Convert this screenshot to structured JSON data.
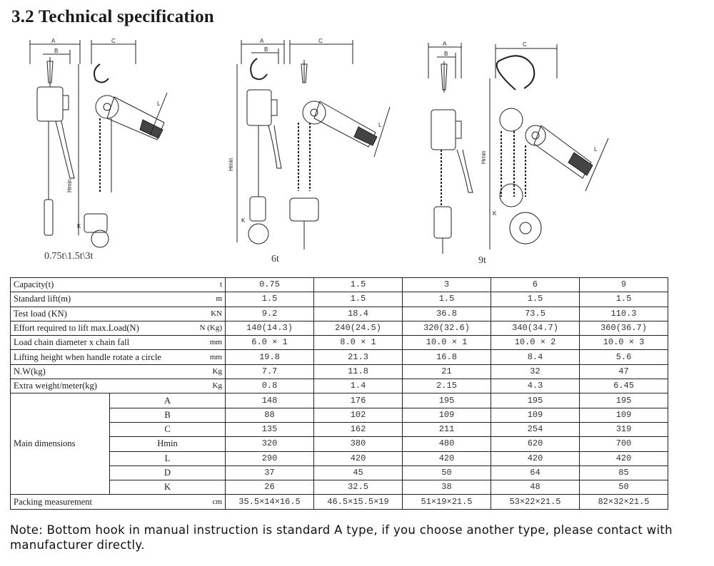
{
  "title": "3.2 Technical specification",
  "figures": [
    {
      "caption": "0.75t\\1.5t\\3t",
      "labels": {
        "a": "A",
        "b": "B",
        "c": "C",
        "l": "L",
        "hmin": "Hmin",
        "k": "K"
      }
    },
    {
      "caption": "6t",
      "labels": {
        "a": "A",
        "b": "B",
        "c": "C",
        "l": "L",
        "hmin": "Hmin",
        "k": "K"
      }
    },
    {
      "caption": "9t",
      "labels": {
        "a": "A",
        "b": "B",
        "c": "C",
        "l": "L",
        "hmin": "Hmin",
        "k": "K"
      }
    }
  ],
  "table": {
    "rows": [
      {
        "label": "Capacity(t)",
        "unit": "t",
        "values": [
          "0.75",
          "1.5",
          "3",
          "6",
          "9"
        ]
      },
      {
        "label": "Standard lift(m)",
        "unit": "m",
        "values": [
          "1.5",
          "1.5",
          "1.5",
          "1.5",
          "1.5"
        ]
      },
      {
        "label": "Test load (KN)",
        "unit": "KN",
        "values": [
          "9.2",
          "18.4",
          "36.8",
          "73.5",
          "110.3"
        ]
      },
      {
        "label": "Effort required to lift max.Load(N)",
        "unit": "N (Kg)",
        "values": [
          "140(14.3)",
          "240(24.5)",
          "320(32.6)",
          "340(34.7)",
          "360(36.7)"
        ]
      },
      {
        "label": "Load chain diameter x chain fall",
        "unit": "mm",
        "values": [
          "6.0 × 1",
          "8.0 × 1",
          "10.0 × 1",
          "10.0 × 2",
          "10.0 × 3"
        ]
      },
      {
        "label": "Lifting height when handle rotate a circle",
        "unit": "mm",
        "values": [
          "19.8",
          "21.3",
          "16.8",
          "8.4",
          "5.6"
        ]
      },
      {
        "label": "N.W(kg)",
        "unit": "Kg",
        "values": [
          "7.7",
          "11.8",
          "21",
          "32",
          "47"
        ]
      },
      {
        "label": "Extra weight/meter(kg)",
        "unit": "Kg",
        "values": [
          "0.8",
          "1.4",
          "2.15",
          "4.3",
          "6.45"
        ]
      }
    ],
    "main_dimensions": {
      "label": "Main dimensions",
      "rows": [
        {
          "name": "A",
          "values": [
            "148",
            "176",
            "195",
            "195",
            "195"
          ]
        },
        {
          "name": "B",
          "values": [
            "88",
            "102",
            "109",
            "109",
            "109"
          ]
        },
        {
          "name": "C",
          "values": [
            "135",
            "162",
            "211",
            "254",
            "319"
          ]
        },
        {
          "name": "Hmin",
          "values": [
            "320",
            "380",
            "480",
            "620",
            "700"
          ]
        },
        {
          "name": "L",
          "values": [
            "290",
            "420",
            "420",
            "420",
            "420"
          ]
        },
        {
          "name": "D",
          "values": [
            "37",
            "45",
            "50",
            "64",
            "85"
          ]
        },
        {
          "name": "K",
          "values": [
            "26",
            "32.5",
            "38",
            "48",
            "50"
          ]
        }
      ]
    },
    "packing": {
      "label": "Packing measurement",
      "unit": "cm",
      "values": [
        "35.5×14×16.5",
        "46.5×15.5×19",
        "51×19×21.5",
        "53×22×21.5",
        "82×32×21.5"
      ]
    }
  },
  "note": "Note: Bottom hook in manual instruction is standard A type, if you choose another type, please contact with manufacturer directly."
}
